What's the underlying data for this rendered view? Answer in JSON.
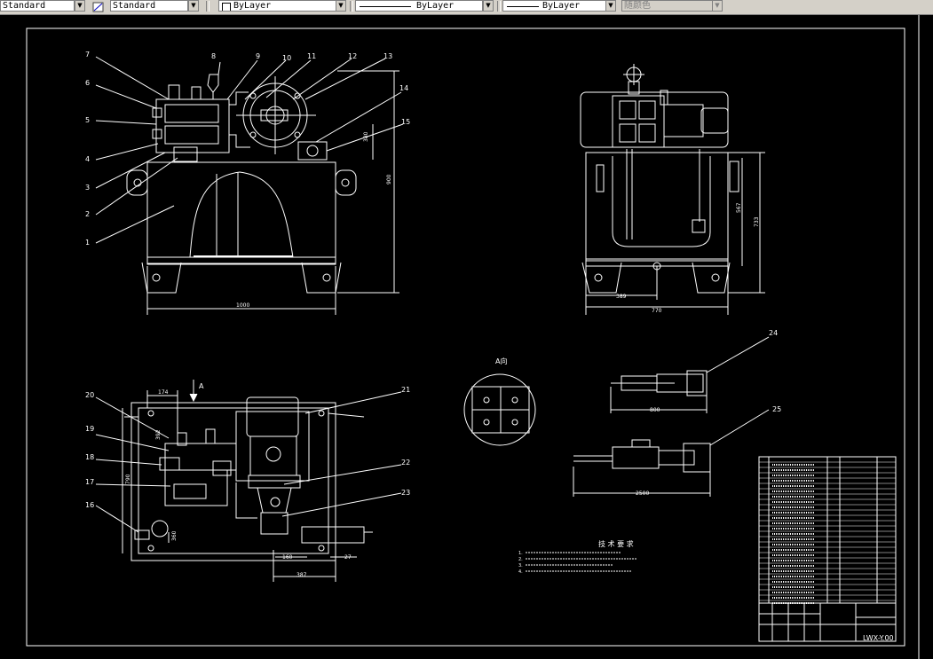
{
  "toolbar": {
    "text_style": "Standard",
    "dim_style": "Standard",
    "layer": "ByLayer",
    "linetype": "ByLayer",
    "lineweight": "ByLayer",
    "plot_style": "随颜色",
    "icons": [
      "dimstyle-icon",
      "layer-icon",
      "color-swatch-icon"
    ]
  },
  "drawing": {
    "balloons_front": [
      "7",
      "6",
      "5",
      "4",
      "3",
      "2",
      "1",
      "8",
      "9",
      "10",
      "11",
      "12",
      "13",
      "14",
      "15"
    ],
    "balloons_plan": [
      "20",
      "19",
      "18",
      "17",
      "16",
      "21",
      "22",
      "23"
    ],
    "balloons_detail": [
      "24",
      "25"
    ],
    "dims": {
      "front_width": "1000",
      "front_height": "900",
      "front_small": "380",
      "side_width": "770",
      "side_offset": "389",
      "side_height": "733",
      "side_inner": "567",
      "plan_left": "174",
      "plan_small1": "392",
      "plan_small2": "360",
      "plan_left2": "790",
      "plan_160": "160",
      "plan_27": "27",
      "plan_387": "387",
      "detail_a": "800",
      "detail_b": "2500"
    },
    "section_label": "A",
    "view_label": "A向",
    "tech_title": "技 术 要 求",
    "tech_items": [
      "1.",
      "2.",
      "3.",
      "4."
    ],
    "drawing_number": "LWX-Y.00"
  }
}
